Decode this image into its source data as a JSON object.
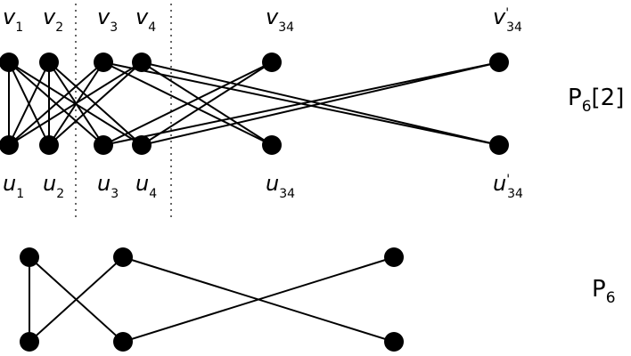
{
  "top_graph": {
    "name": "P",
    "name_sub": "6",
    "name_suffix": "[2]",
    "upper_vertices": [
      {
        "id": "v1",
        "base": "v",
        "sub": "1",
        "prime": ""
      },
      {
        "id": "v2",
        "base": "v",
        "sub": "2",
        "prime": ""
      },
      {
        "id": "v3",
        "base": "v",
        "sub": "3",
        "prime": ""
      },
      {
        "id": "v4",
        "base": "v",
        "sub": "4",
        "prime": ""
      },
      {
        "id": "v34",
        "base": "v",
        "sub": "34",
        "prime": ""
      },
      {
        "id": "v34p",
        "base": "v",
        "sub": "34",
        "prime": "'"
      }
    ],
    "lower_vertices": [
      {
        "id": "u1",
        "base": "u",
        "sub": "1",
        "prime": ""
      },
      {
        "id": "u2",
        "base": "u",
        "sub": "2",
        "prime": ""
      },
      {
        "id": "u3",
        "base": "u",
        "sub": "3",
        "prime": ""
      },
      {
        "id": "u4",
        "base": "u",
        "sub": "4",
        "prime": ""
      },
      {
        "id": "u34",
        "base": "u",
        "sub": "34",
        "prime": ""
      },
      {
        "id": "u34p",
        "base": "u",
        "sub": "34",
        "prime": "'"
      }
    ],
    "edges": [
      [
        "v1",
        "u1"
      ],
      [
        "v1",
        "u2"
      ],
      [
        "v1",
        "u3"
      ],
      [
        "v1",
        "u4"
      ],
      [
        "v2",
        "u1"
      ],
      [
        "v2",
        "u2"
      ],
      [
        "v2",
        "u3"
      ],
      [
        "v2",
        "u4"
      ],
      [
        "v3",
        "u1"
      ],
      [
        "v3",
        "u2"
      ],
      [
        "v3",
        "u34"
      ],
      [
        "v3",
        "u34p"
      ],
      [
        "v4",
        "u1"
      ],
      [
        "v4",
        "u2"
      ],
      [
        "v4",
        "u34"
      ],
      [
        "v4",
        "u34p"
      ],
      [
        "v34",
        "u3"
      ],
      [
        "v34",
        "u4"
      ],
      [
        "v34p",
        "u3"
      ],
      [
        "v34p",
        "u4"
      ]
    ]
  },
  "bottom_graph": {
    "name": "P",
    "name_sub": "6",
    "upper_vertices": [
      "a1",
      "a2",
      "a3"
    ],
    "lower_vertices": [
      "b1",
      "b2",
      "b3"
    ],
    "edges": [
      [
        "a1",
        "b1"
      ],
      [
        "a1",
        "b2"
      ],
      [
        "a2",
        "b1"
      ],
      [
        "a2",
        "b3"
      ],
      [
        "a3",
        "b2"
      ]
    ]
  }
}
